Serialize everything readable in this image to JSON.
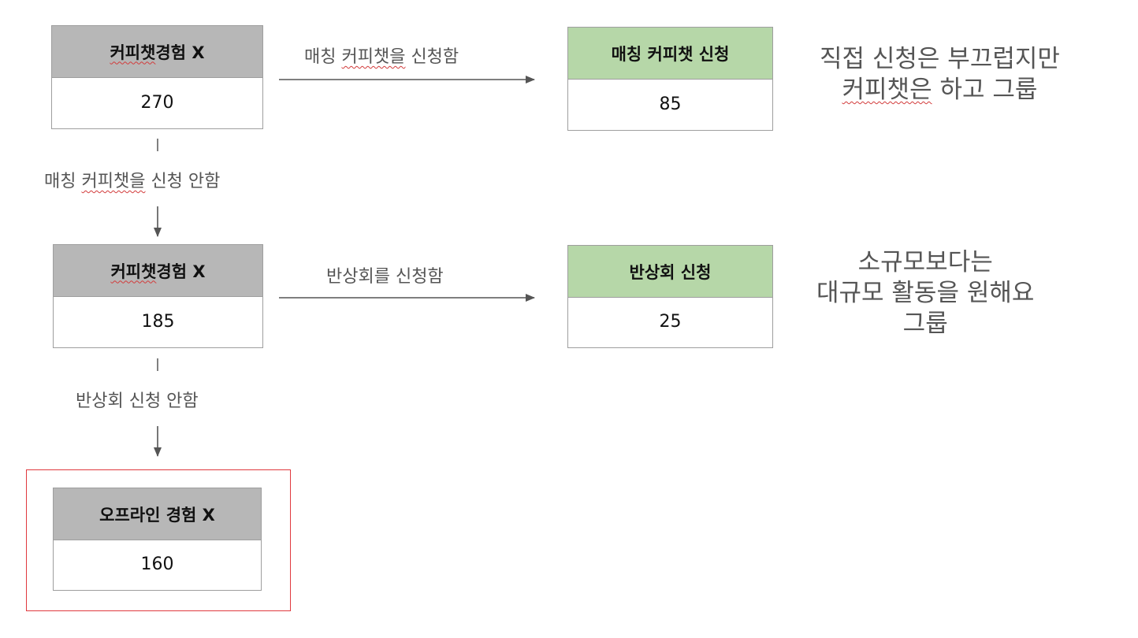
{
  "boxes": {
    "no_coffee_chat_1": {
      "title_a": "커피챗",
      "title_b": " 경험 X",
      "value": "270"
    },
    "matching_apply": {
      "title": "매칭 커피챗 신청",
      "value": "85"
    },
    "no_coffee_chat_2": {
      "title_a": "커피챗",
      "title_b": " 경험 X",
      "value": "185"
    },
    "reflection_apply": {
      "title": "반상회 신청",
      "value": "25"
    },
    "no_offline": {
      "title": "오프라인 경험 X",
      "value": "160"
    }
  },
  "edges": {
    "apply_matching": {
      "pre": "매칭 ",
      "squig": "커피챗을",
      "post": " 신청함"
    },
    "not_apply_matching": {
      "pre": "매칭 ",
      "squig": "커피챗을",
      "post": " 신청 안함"
    },
    "apply_reflection": {
      "text": "반상회를 신청함"
    },
    "not_apply_reflection": {
      "text": "반상회 신청 안함"
    }
  },
  "notes": {
    "note_1": {
      "line1": "직접 신청은 부끄럽지만",
      "line2_squig": "커피챗은",
      "line2_post": " 하고 그룹"
    },
    "note_2": {
      "line1": "소규모보다는",
      "line2": "대규모 활동을 원해요",
      "line3": "그룹"
    }
  },
  "colors": {
    "gray_header": "#b7b7b7",
    "green_header": "#b6d7a8",
    "highlight_border": "#e0393e"
  }
}
